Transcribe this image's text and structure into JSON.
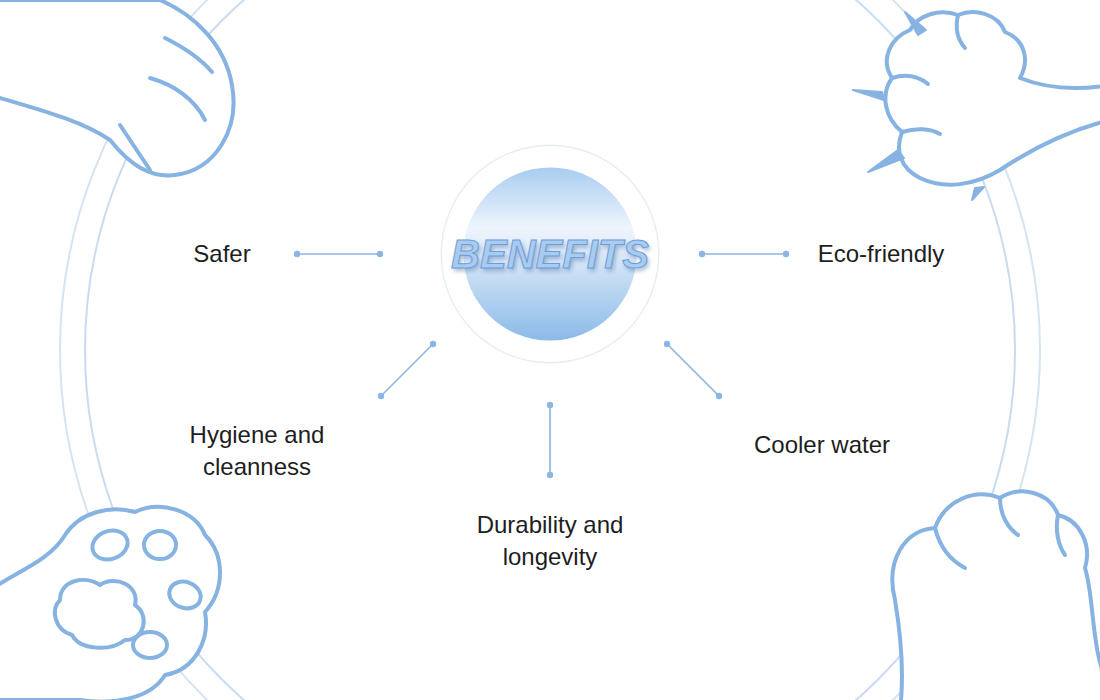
{
  "diagram": {
    "nodes": [
      {
        "text": [
          "BENEFITS"
        ]
      }
    ],
    "labels": [
      "Safer",
      "Eco-friendly",
      "Hygiene and cleanness",
      "Durability and longevity",
      "Cooler water"
    ]
  }
}
